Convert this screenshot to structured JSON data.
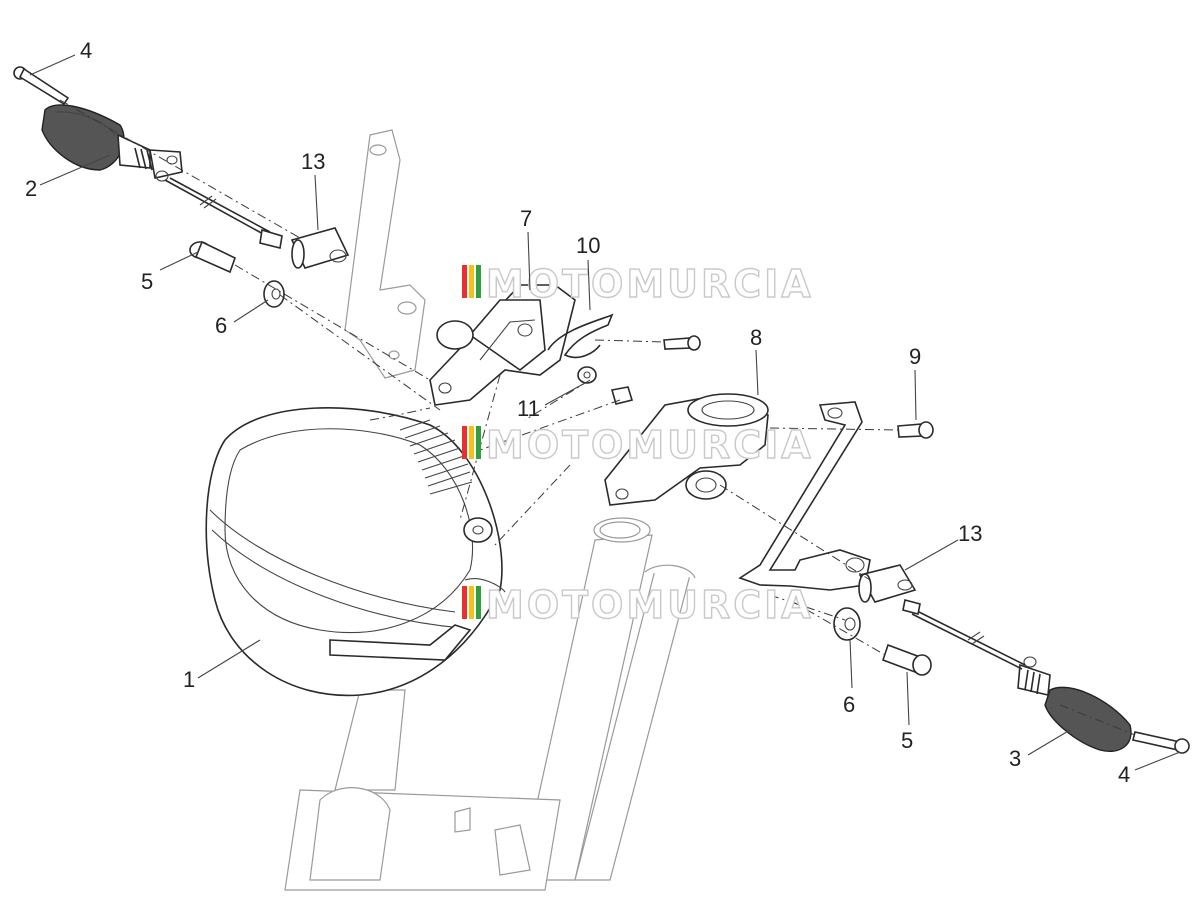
{
  "watermark": {
    "text": "MOTOMURCIA",
    "flag_colors": [
      "#e8312f",
      "#f3c117",
      "#2e9e3f"
    ]
  },
  "callouts": [
    {
      "id": "c1",
      "label": "1"
    },
    {
      "id": "c2",
      "label": "2"
    },
    {
      "id": "c3",
      "label": "3"
    },
    {
      "id": "c4a",
      "label": "4"
    },
    {
      "id": "c4b",
      "label": "4"
    },
    {
      "id": "c5a",
      "label": "5"
    },
    {
      "id": "c5b",
      "label": "5"
    },
    {
      "id": "c6a",
      "label": "6"
    },
    {
      "id": "c6b",
      "label": "6"
    },
    {
      "id": "c7",
      "label": "7"
    },
    {
      "id": "c8",
      "label": "8"
    },
    {
      "id": "c9",
      "label": "9"
    },
    {
      "id": "c10",
      "label": "10"
    },
    {
      "id": "c11",
      "label": "11"
    },
    {
      "id": "c13a",
      "label": "13"
    },
    {
      "id": "c13b",
      "label": "13"
    }
  ]
}
